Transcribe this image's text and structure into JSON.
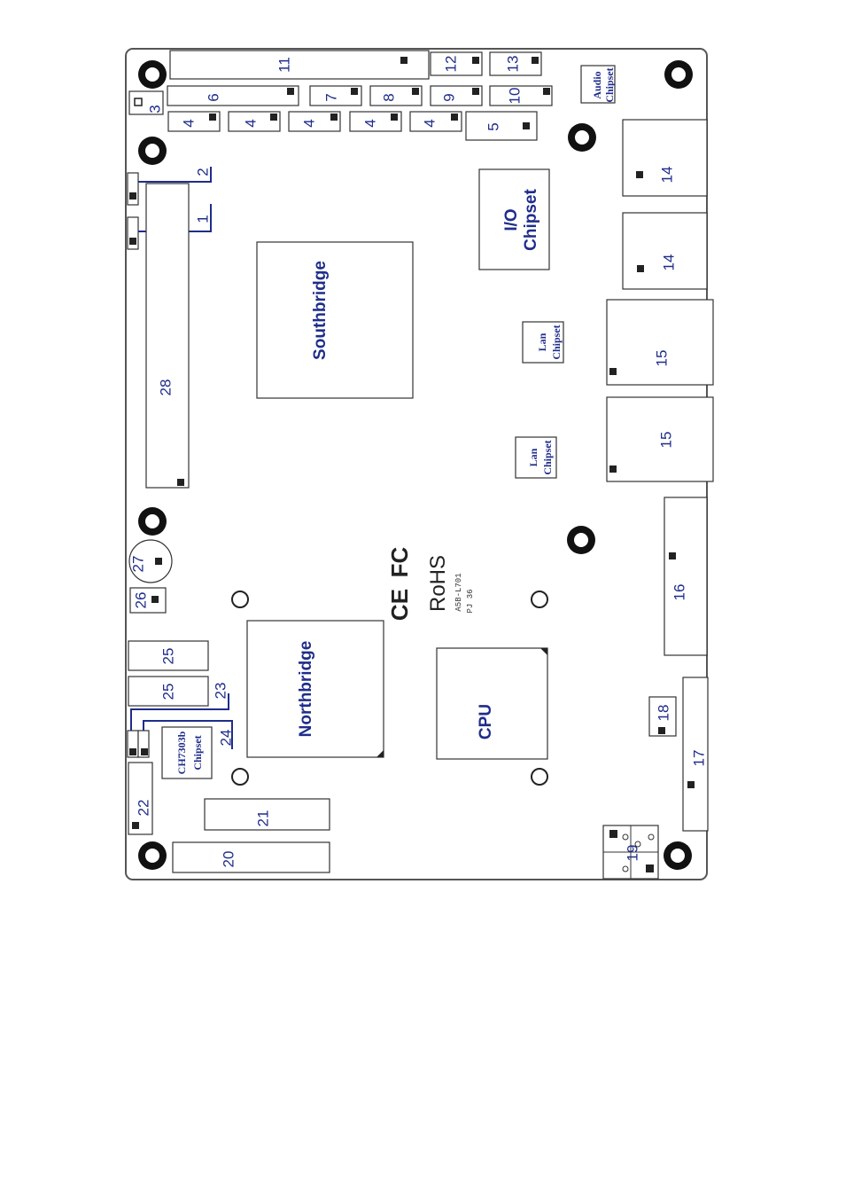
{
  "labels": {
    "n1": "1",
    "n2": "2",
    "n3": "3",
    "n4": "4",
    "n5": "5",
    "n6": "6",
    "n7": "7",
    "n8": "8",
    "n9": "9",
    "n10": "10",
    "n11": "11",
    "n12": "12",
    "n13": "13",
    "n14": "14",
    "n15": "15",
    "n16": "16",
    "n17": "17",
    "n18": "18",
    "n19": "19",
    "n20": "20",
    "n21": "21",
    "n22": "22",
    "n23": "23",
    "n24": "24",
    "n25": "25",
    "n26": "26",
    "n27": "27",
    "n28": "28"
  },
  "chips": {
    "southbridge": "Southbridge",
    "northbridge": "Northbridge",
    "cpu": "CPU",
    "io_line1": "I/O",
    "io_line2": "Chipset",
    "lan_line1": "Lan",
    "lan_line2": "Chipset",
    "audio_line1": "Audio",
    "audio_line2": "Chipset",
    "ch7_line1": "CH7303b",
    "ch7_line2": "Chipset"
  },
  "markings": {
    "rohs": "RoHS",
    "model": "A5B-L701",
    "rev": "PJ 36"
  },
  "colors": {
    "label": "#1f2d8a",
    "outline": "#555555"
  }
}
